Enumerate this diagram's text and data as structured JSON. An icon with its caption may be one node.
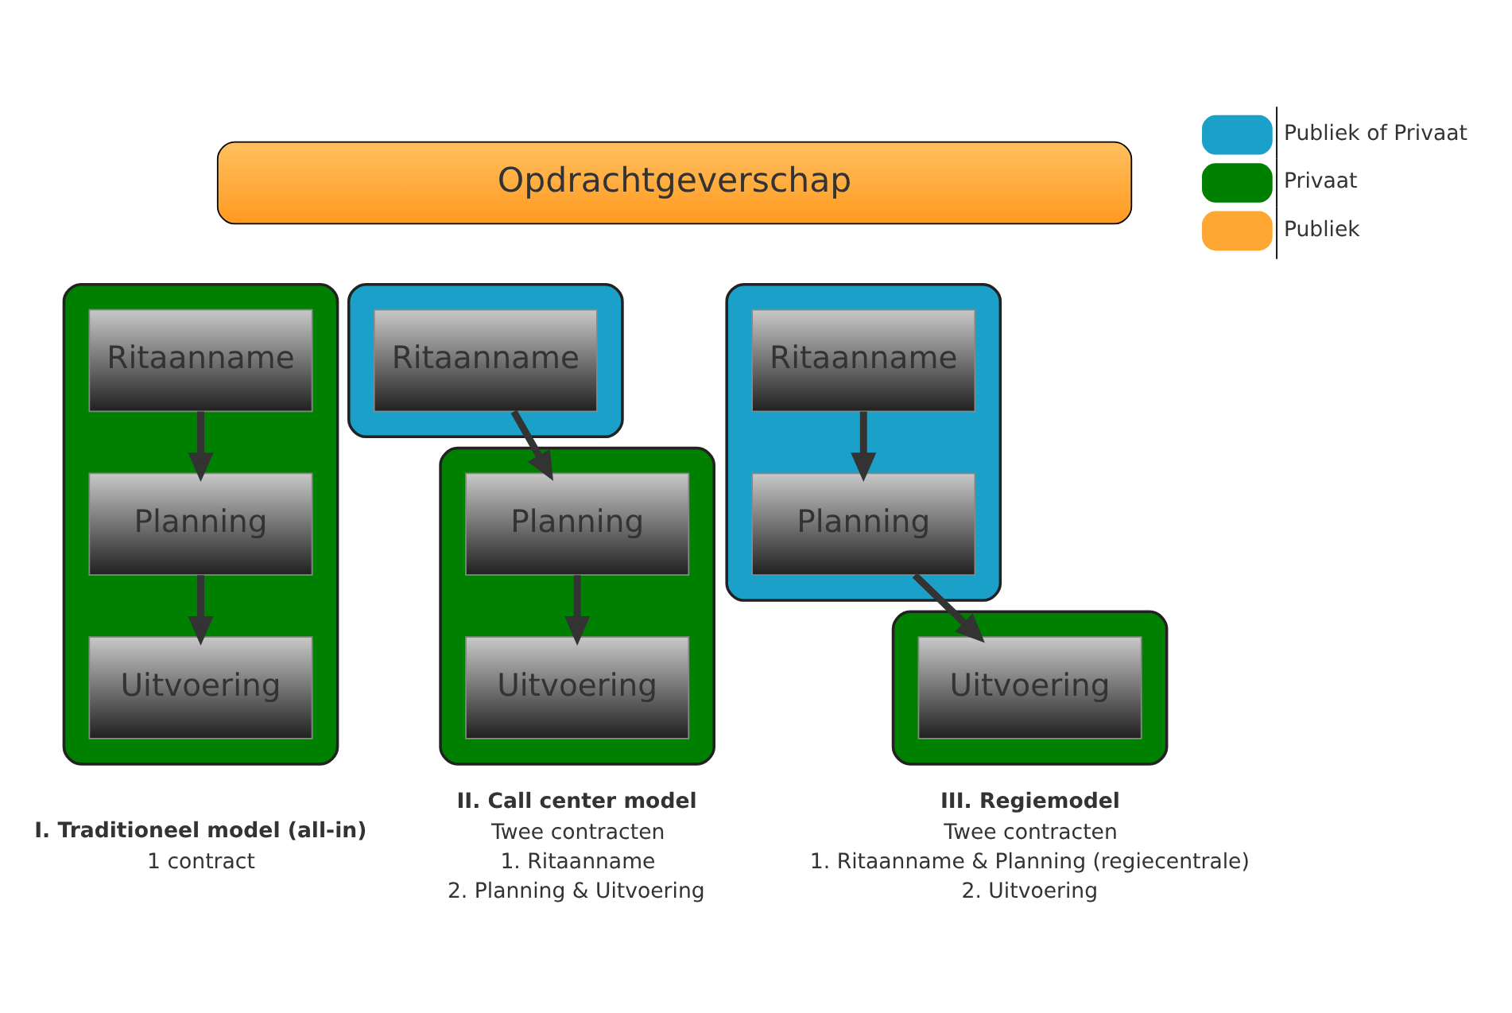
{
  "diagram": {
    "nodes": [
      {
        "text": [
          "Opdrachtgeverschap"
        ]
      },
      {
        "text": [],
        "shape": "box",
        "beside": [
          "I. Traditioneel model (all-in)",
          "1 contract"
        ]
      },
      {
        "text": [
          "Ritaanname"
        ],
        "in": 1
      },
      {
        "text": [
          "Planning"
        ],
        "in": 1
      },
      {
        "text": [
          "Uitvoering"
        ],
        "in": 1
      },
      {
        "text": [],
        "shape": "box"
      },
      {
        "text": [
          "Ritaanname"
        ],
        "in": 5
      },
      {
        "text": [],
        "shape": "box",
        "beside": [
          "II. Call center model",
          "Twee contracten",
          "1. Ritaanname",
          "2. Planning & Uitvoering"
        ]
      },
      {
        "text": [
          "Planning"
        ],
        "in": 7
      },
      {
        "text": [
          "Uitvoering"
        ],
        "in": 7
      },
      {
        "text": [],
        "shape": "box"
      },
      {
        "text": [
          "Ritaanname"
        ],
        "in": 10
      },
      {
        "text": [
          "Planning"
        ],
        "in": 10
      },
      {
        "text": [],
        "shape": "box",
        "beside": [
          "III. Regiemodel",
          "Twee contracten",
          "1. Ritaanname & Planning (regiecentrale)",
          "2. Uitvoering"
        ]
      },
      {
        "text": [
          "Uitvoering"
        ],
        "in": 13
      }
    ],
    "edges": [
      {
        "from": 2,
        "to": 3,
        "arrow": "to"
      },
      {
        "from": 3,
        "to": 4,
        "arrow": "to"
      },
      {
        "from": 6,
        "to": 8,
        "arrow": "to"
      },
      {
        "from": 8,
        "to": 9,
        "arrow": "to"
      },
      {
        "from": 11,
        "to": 12,
        "arrow": "to"
      },
      {
        "from": 12,
        "to": 14,
        "arrow": "to"
      }
    ],
    "legend": [
      {
        "text": "Publiek of Privaat",
        "color": "#1ba1c9"
      },
      {
        "text": "Privaat",
        "color": "#008000"
      },
      {
        "text": "Publiek",
        "color": "#ffa733"
      }
    ]
  }
}
